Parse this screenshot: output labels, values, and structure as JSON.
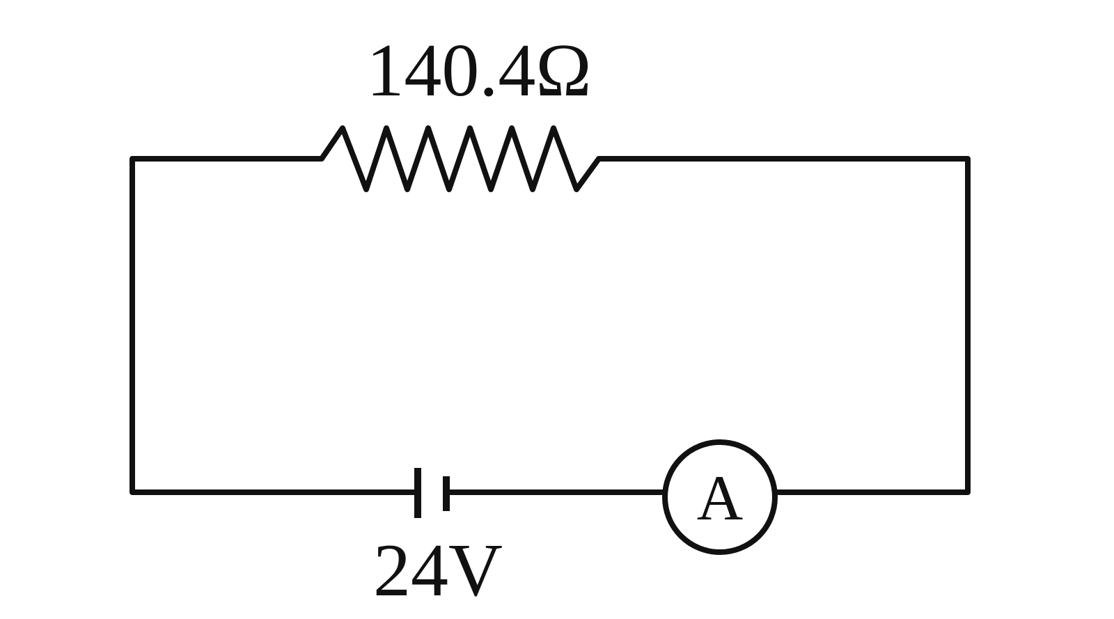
{
  "resistor": {
    "label": "140.4Ω"
  },
  "battery": {
    "label": "24V"
  },
  "ammeter": {
    "symbol": "A"
  },
  "colors": {
    "line": "#111111",
    "background": "#ffffff"
  }
}
